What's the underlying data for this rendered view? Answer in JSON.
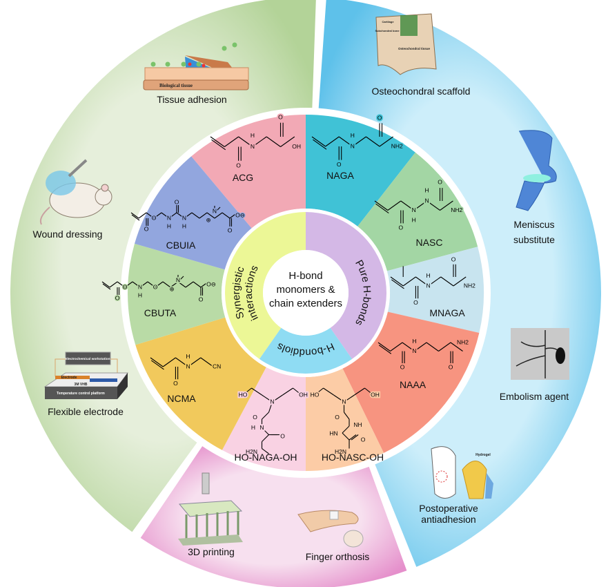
{
  "center": {
    "lines": [
      "H-bond",
      "monomers &",
      "chain extenders"
    ]
  },
  "core_ring": [
    {
      "label_lines": [
        "Synergistic",
        "interactions"
      ],
      "color": "#ecf796"
    },
    {
      "label": "Pure H-bonds",
      "color": "#d4b8e6"
    },
    {
      "label": "H-bonddiols",
      "color": "#8fdcf3"
    }
  ],
  "monomers": [
    {
      "name": "ACG",
      "color": "#f2a9b5",
      "atoms": [
        "O",
        "N",
        "H",
        "O",
        "OH"
      ]
    },
    {
      "name": "NAGA",
      "color": "#40c2d6",
      "atoms": [
        "O",
        "N",
        "H",
        "O",
        "NH2"
      ]
    },
    {
      "name": "NASC",
      "color": "#a3d6a4",
      "atoms": [
        "O",
        "N",
        "H",
        "N",
        "H",
        "O",
        "NH2"
      ]
    },
    {
      "name": "MNAGA",
      "color": "#c8e4ef",
      "atoms": [
        "O",
        "N",
        "H",
        "O",
        "NH2"
      ]
    },
    {
      "name": "NAAA",
      "color": "#f79480",
      "atoms": [
        "O",
        "N",
        "H",
        "O",
        "NH2"
      ]
    },
    {
      "name": "HO-NASC-OH",
      "color": "#fccca6",
      "atoms": [
        "HO",
        "N",
        "OH",
        "O",
        "NH",
        "HN",
        "O",
        "H2N"
      ]
    },
    {
      "name": "HO-NAGA-OH",
      "color": "#f9d2e3",
      "atoms": [
        "HO",
        "N",
        "OH",
        "O",
        "N",
        "H",
        "O",
        "H2N"
      ]
    },
    {
      "name": "NCMA",
      "color": "#f1c95c",
      "atoms": [
        "O",
        "N",
        "H",
        "CN"
      ]
    },
    {
      "name": "CBUTA",
      "color": "#b9dba6",
      "atoms": [
        "O",
        "O",
        "O",
        "N",
        "H",
        "N",
        "⊕",
        "O",
        "O⊖"
      ]
    },
    {
      "name": "CBUIA",
      "color": "#92a6de",
      "atoms": [
        "O",
        "O",
        "O",
        "N",
        "H",
        "N",
        "H",
        "N",
        "⊕",
        "O",
        "O⊖"
      ]
    }
  ],
  "applications": {
    "tissue_adhesion": {
      "label": "Tissue adhesion",
      "figure_text": "Biological tissue"
    },
    "wound_dressing": {
      "label": "Wound dressing"
    },
    "flexible_electrode": {
      "label": "Flexible electrode",
      "figure_text": {
        "workstation": "Electrochemical workstation",
        "electrode": "Electrode",
        "vhb": "3M VHB",
        "platform": "Temperature control platform"
      }
    },
    "osteochondral_scaffold": {
      "label": "Osteochondral scaffold",
      "figure_text": {
        "cartilage": "Cartilage",
        "bone": "Subchondral bone",
        "tissue": "Osteochondral tissue"
      }
    },
    "meniscus_substitute": {
      "label_lines": [
        "Meniscus",
        "substitute"
      ]
    },
    "embolism_agent": {
      "label": "Embolism agent"
    },
    "postoperative_antiadhesion": {
      "label_lines": [
        "Postoperative",
        "antiadhesion"
      ],
      "figure_text": "Hydrogel"
    },
    "printing_3d": {
      "label": "3D printing"
    },
    "finger_orthosis": {
      "label": "Finger orthosis"
    }
  },
  "colors": {
    "outer_green": "#c3dcae",
    "outer_blue": "#8fd3f1",
    "outer_pink": "#eeb0d8"
  }
}
